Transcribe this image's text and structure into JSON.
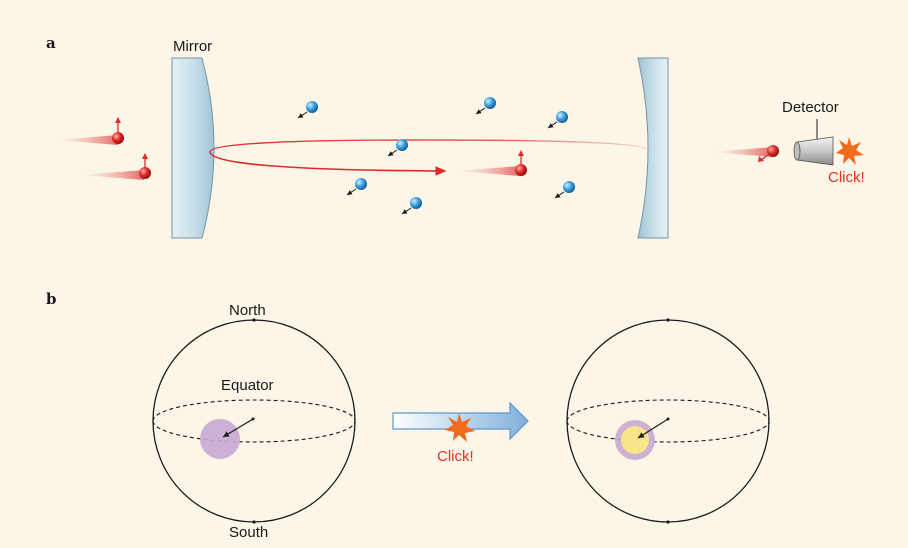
{
  "panels": {
    "a": {
      "label": "a",
      "mirror_label": "Mirror",
      "detector_label": "Detector",
      "click_label": "Click!"
    },
    "b": {
      "label": "b",
      "north_label": "North",
      "equator_label": "Equator",
      "south_label": "South",
      "click_label": "Click!"
    }
  },
  "colors": {
    "background": "#fbf6e8",
    "atom_blue": "#3aa0e0",
    "photon_red": "#e02a2a",
    "light_path": "#e02a2a",
    "click_text": "#e8321c",
    "burst_orange": "#f26a1b",
    "state_purple": "#c8aad2",
    "state_yellow": "#f7e58a",
    "arrow_blue": "#7fb0dc"
  }
}
